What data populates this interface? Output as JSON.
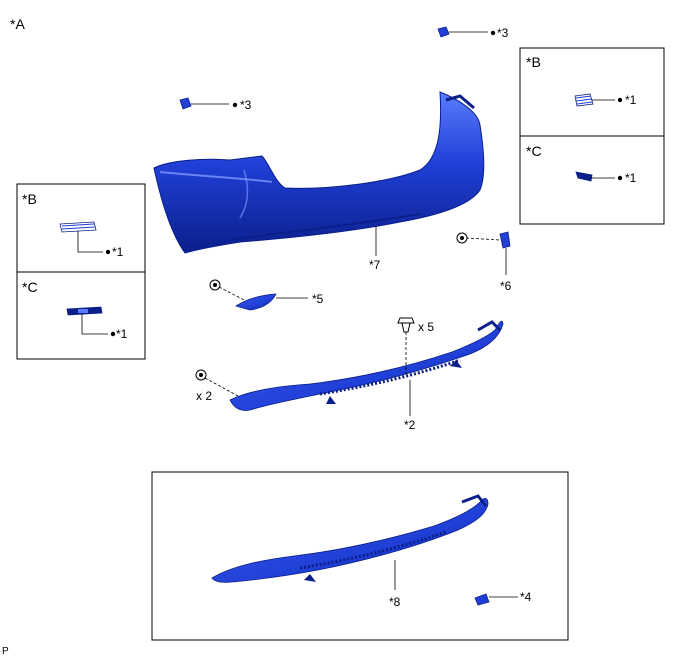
{
  "diagram": {
    "view_a": "*A",
    "view_b": "*B",
    "view_c": "*C",
    "callout_1": "*1",
    "callout_2": "*2",
    "callout_3": "*3",
    "callout_4": "*4",
    "callout_5": "*5",
    "callout_6": "*6",
    "callout_7": "*7",
    "callout_8": "*8",
    "qty_x5": "x 5",
    "qty_x2": "x 2",
    "footer_mark": "P"
  },
  "colors": {
    "part_blue": "#1f3fd6",
    "part_dark": "#0b1f8a",
    "part_light": "#5b7bff",
    "line": "#000000"
  }
}
